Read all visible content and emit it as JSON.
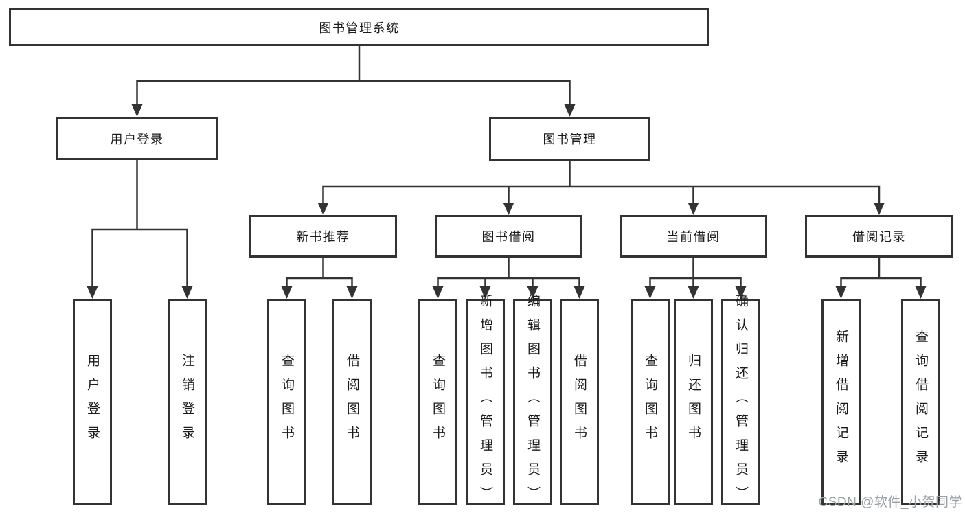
{
  "diagram": {
    "root_label": "图书管理系统",
    "branches": [
      {
        "label": "用户登录",
        "children": [
          "用户登录",
          "注销登录"
        ]
      },
      {
        "label": "图书管理",
        "groups": [
          {
            "label": "新书推荐",
            "children": [
              "查询图书",
              "借阅图书"
            ]
          },
          {
            "label": "图书借阅",
            "children": [
              "查询图书",
              "新增图书（管理员）",
              "编辑图书（管理员）",
              "借阅图书"
            ]
          },
          {
            "label": "当前借阅",
            "children": [
              "查询图书",
              "归还图书",
              "确认归还（管理员）"
            ]
          },
          {
            "label": "借阅记录",
            "children": [
              "新增借阅记录",
              "查询借阅记录"
            ]
          }
        ]
      }
    ]
  },
  "watermark": {
    "text": "CSDN @软件_小贺同学"
  },
  "colors": {
    "line": "#333333",
    "box_border": "#333333",
    "box_fill": "#ffffff",
    "text": "#1c1c1c",
    "watermark": "#9aa0a6",
    "background": "#ffffff"
  }
}
